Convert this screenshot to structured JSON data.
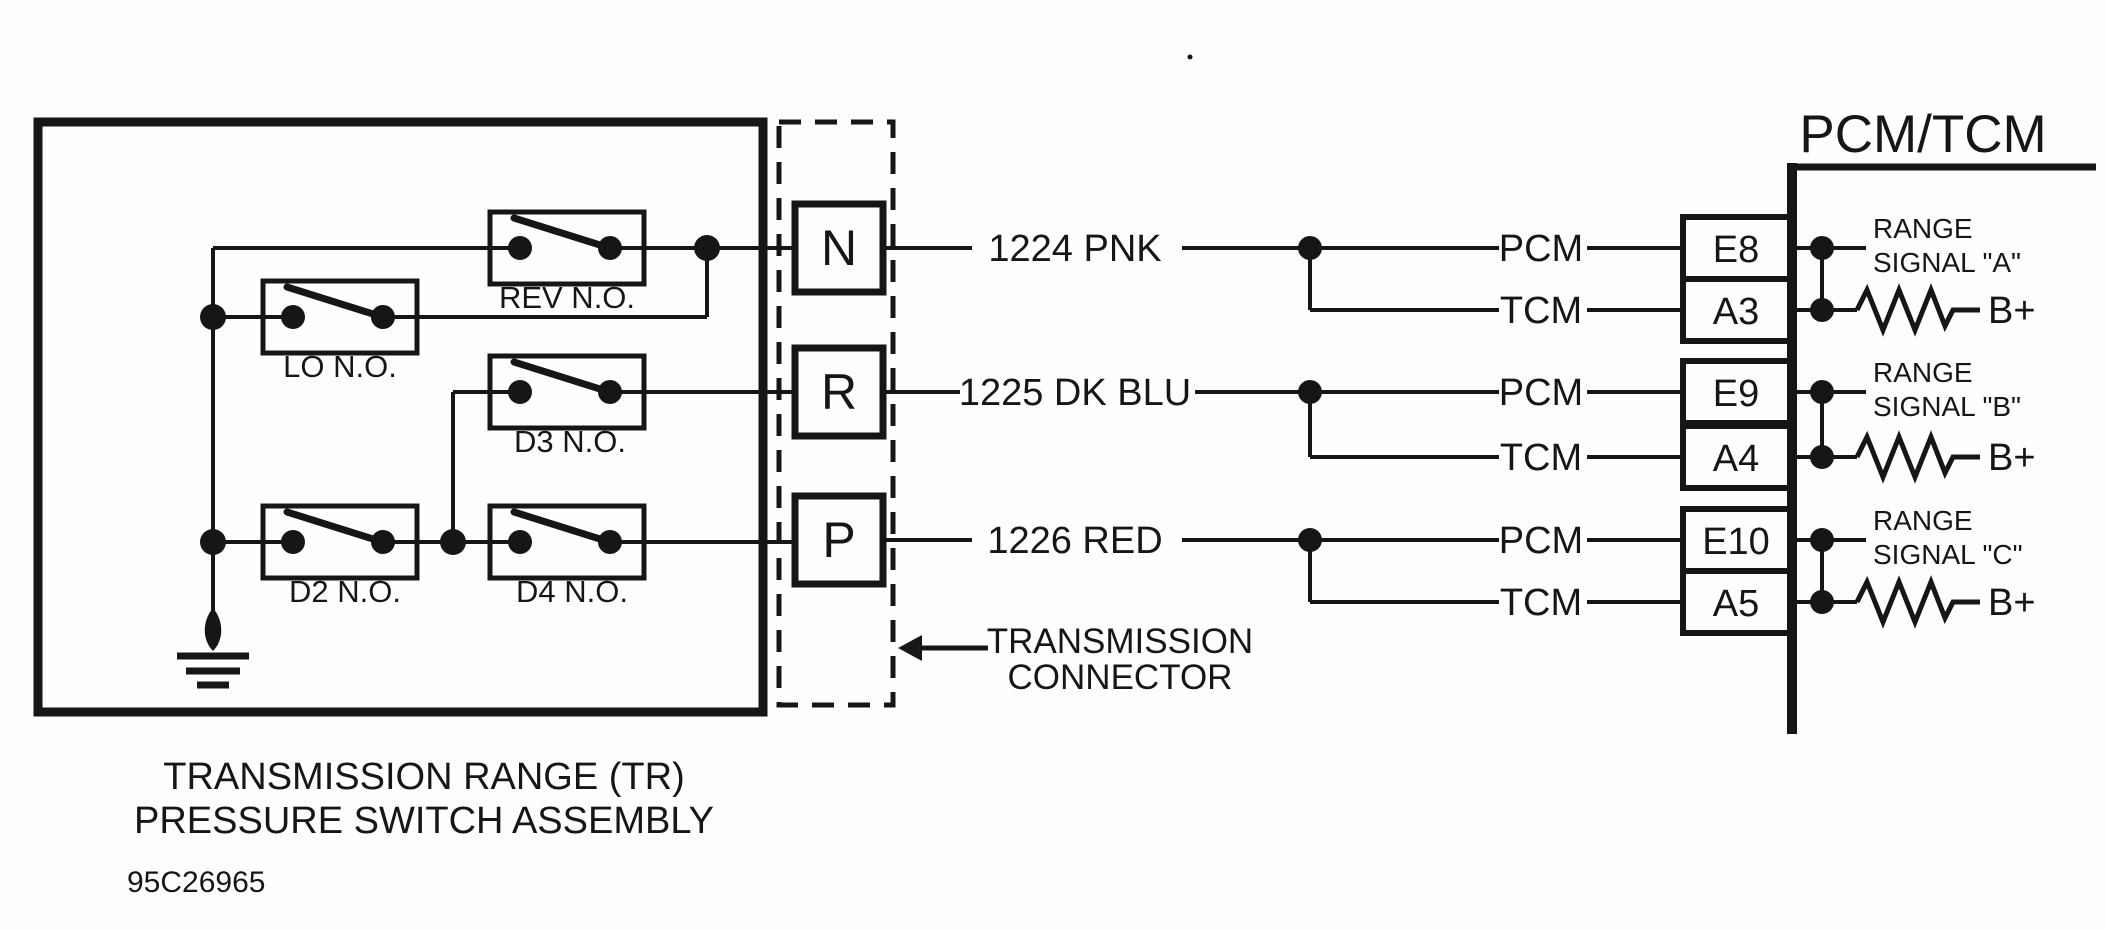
{
  "colors": {
    "ink": "#161616",
    "paper": "#fefefe"
  },
  "assembly": {
    "name_line1": "TRANSMISSION RANGE (TR)",
    "name_line2": "PRESSURE SWITCH ASSEMBLY",
    "switches": {
      "rev": "REV N.O.",
      "lo": "LO N.O.",
      "d3": "D3 N.O.",
      "d2": "D2 N.O.",
      "d4": "D4 N.O."
    }
  },
  "connector": {
    "callout_line1": "TRANSMISSION",
    "callout_line2": "CONNECTOR"
  },
  "module": {
    "title": "PCM/TCM"
  },
  "shared": {
    "pcm": "PCM",
    "tcm": "TCM",
    "bplus": "B+"
  },
  "rows": [
    {
      "terminal": "N",
      "wire": "1224 PNK",
      "pcm_pin": "E8",
      "tcm_pin": "A3",
      "signal_line1": "RANGE",
      "signal_line2": "SIGNAL \"A\""
    },
    {
      "terminal": "R",
      "wire": "1225 DK BLU",
      "pcm_pin": "E9",
      "tcm_pin": "A4",
      "signal_line1": "RANGE",
      "signal_line2": "SIGNAL \"B\""
    },
    {
      "terminal": "P",
      "wire": "1226 RED",
      "pcm_pin": "E10",
      "tcm_pin": "A5",
      "signal_line1": "RANGE",
      "signal_line2": "SIGNAL \"C\""
    }
  ],
  "doc_number": "95C26965"
}
